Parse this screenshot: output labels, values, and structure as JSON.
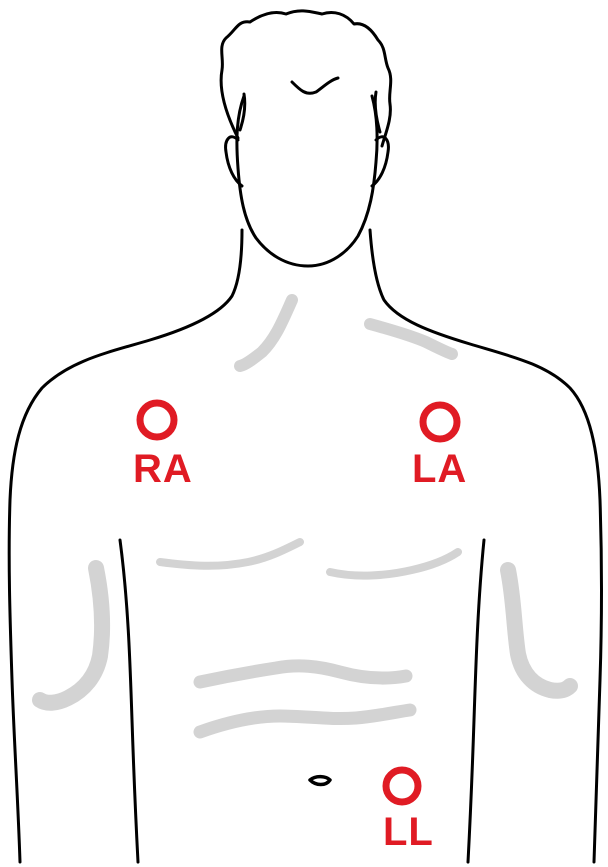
{
  "diagram": {
    "colors": {
      "outline": "#000000",
      "shading": "#d3d3d3",
      "electrode": "#e01b24",
      "background": "#ffffff"
    },
    "electrodes": [
      {
        "id": "ra",
        "label": "RA"
      },
      {
        "id": "la",
        "label": "LA"
      },
      {
        "id": "ll",
        "label": "LL"
      }
    ]
  }
}
